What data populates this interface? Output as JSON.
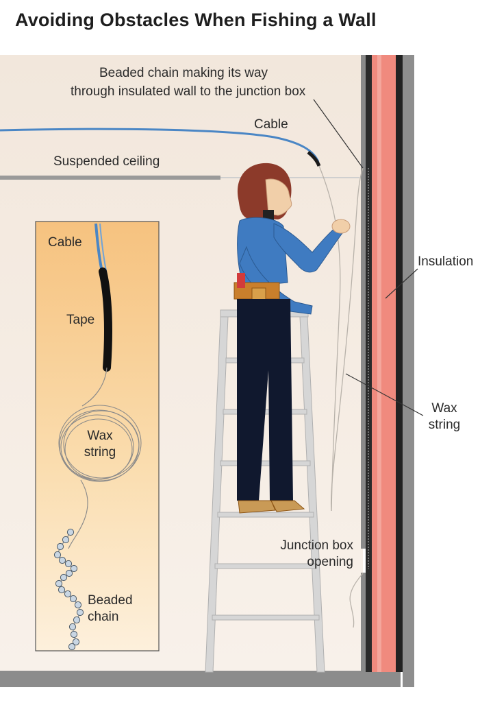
{
  "title": "Avoiding Obstacles When Fishing a Wall",
  "labels": {
    "beaded_chain_note_line1": "Beaded chain making its way",
    "beaded_chain_note_line2": "through insulated wall to the junction box",
    "cable_top": "Cable",
    "suspended_ceiling": "Suspended ceiling",
    "insulation": "Insulation",
    "wax_string_right_line1": "Wax",
    "wax_string_right_line2": "string",
    "junction_box_line1": "Junction box",
    "junction_box_line2": "opening"
  },
  "inset": {
    "cable": "Cable",
    "tape": "Tape",
    "wax_string_line1": "Wax",
    "wax_string_line2": "string",
    "beaded_chain_line1": "Beaded",
    "beaded_chain_line2": "chain"
  },
  "icons": [
    "woman-on-ladder-icon",
    "ladder-icon",
    "wax-string-coil-icon",
    "beaded-chain-icon"
  ],
  "colors": {
    "wall_background": "#f5ece3",
    "insulation": "#f08a7e",
    "cable": "#4a86c5",
    "inset_panel": "#f7c98a",
    "ladder": "#d3d3d3",
    "shirt": "#3f7bc1"
  }
}
